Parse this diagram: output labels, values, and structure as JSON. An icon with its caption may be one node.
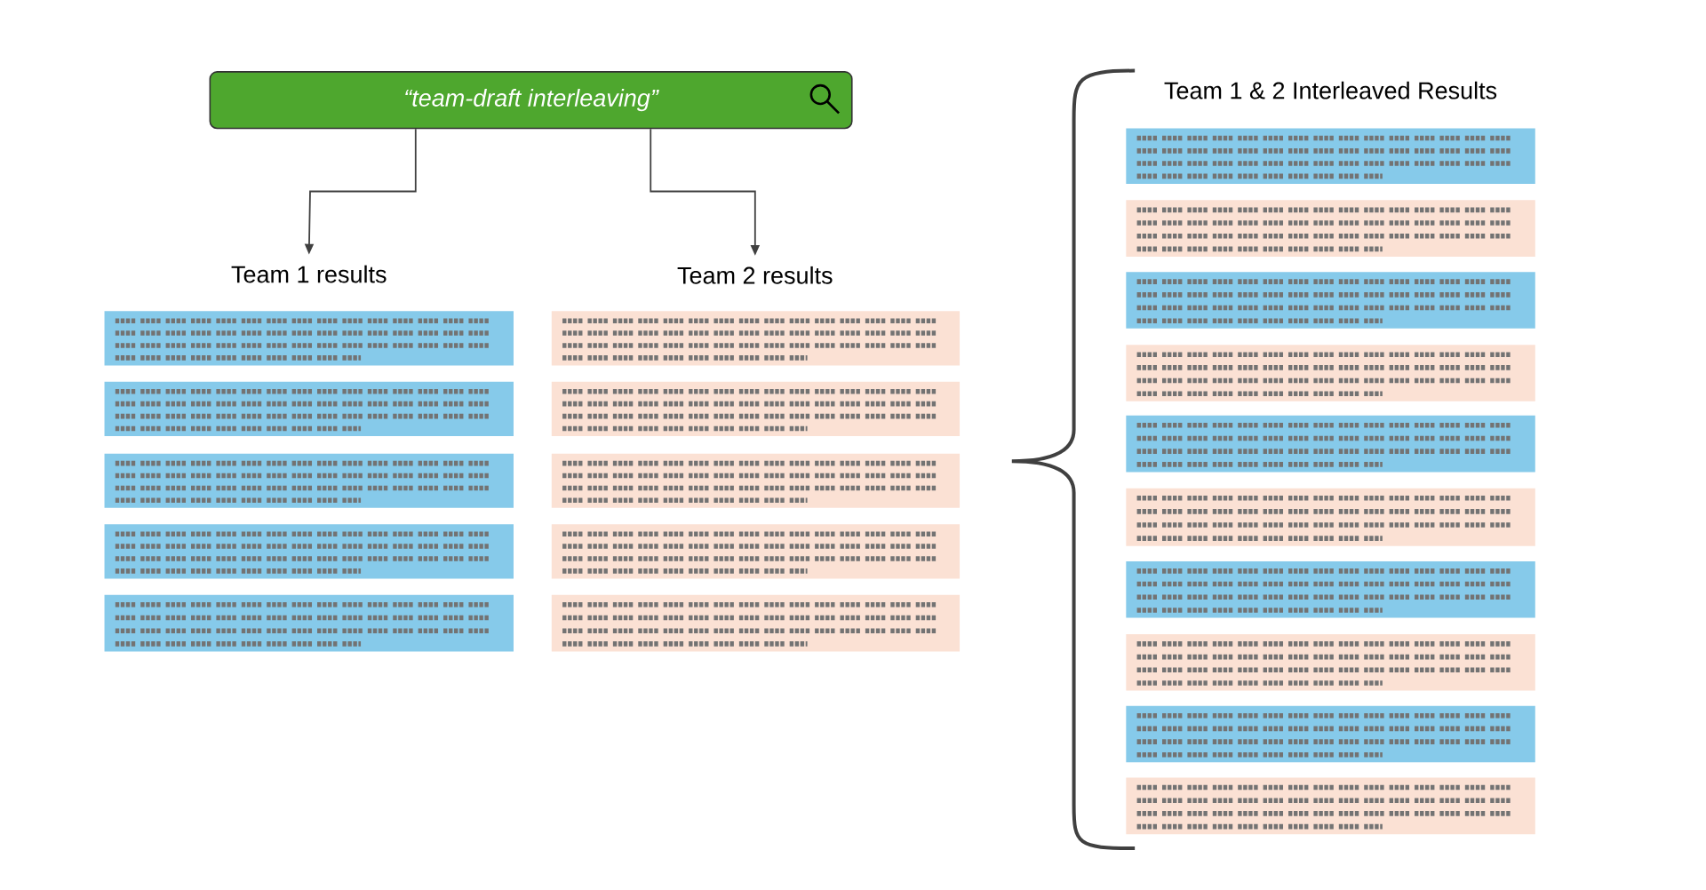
{
  "diagram": {
    "nodes": [
      {
        "text": [
          "“team-draft interleaving”"
        ]
      },
      {
        "text": [
          "Team 1 results"
        ]
      },
      {
        "text": [
          "Team 2 results"
        ]
      },
      {
        "text": [],
        "shape": "box"
      },
      {
        "text": [],
        "shape": "box"
      },
      {
        "text": [],
        "shape": "box"
      },
      {
        "text": [],
        "shape": "box"
      },
      {
        "text": [],
        "shape": "box"
      },
      {
        "text": [],
        "shape": "box"
      },
      {
        "text": [],
        "shape": "box"
      },
      {
        "text": [],
        "shape": "box"
      },
      {
        "text": [],
        "shape": "box"
      },
      {
        "text": [],
        "shape": "box"
      },
      {
        "text": [],
        "shape": "box"
      },
      {
        "text": [],
        "shape": "box"
      },
      {
        "text": [],
        "shape": "box"
      },
      {
        "text": [],
        "shape": "box"
      },
      {
        "text": [],
        "shape": "box"
      },
      {
        "text": [],
        "shape": "box"
      },
      {
        "text": [],
        "shape": "box"
      },
      {
        "text": [],
        "shape": "box"
      },
      {
        "text": [],
        "shape": "box"
      },
      {
        "text": [],
        "shape": "box"
      }
    ],
    "edges": [
      {
        "from": 0,
        "to": 1,
        "arrow": "to"
      },
      {
        "from": 0,
        "to": 2,
        "arrow": "to"
      }
    ],
    "labels": [
      "Team 1 & 2 Interleaved Results"
    ]
  }
}
